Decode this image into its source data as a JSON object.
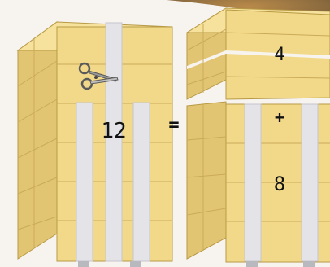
{
  "equation": {
    "total": "12",
    "equals": "=",
    "top_part": "4",
    "plus": "+",
    "bottom_part": "8"
  },
  "icons": {
    "cut": "scissors-icon"
  },
  "colors": {
    "box_face": "#f2d98a",
    "box_side": "#e2c573",
    "box_top": "#f6e29c",
    "box_edge": "#b89a45",
    "strap": "#e3e3e8",
    "background": "#f7f3ef"
  }
}
